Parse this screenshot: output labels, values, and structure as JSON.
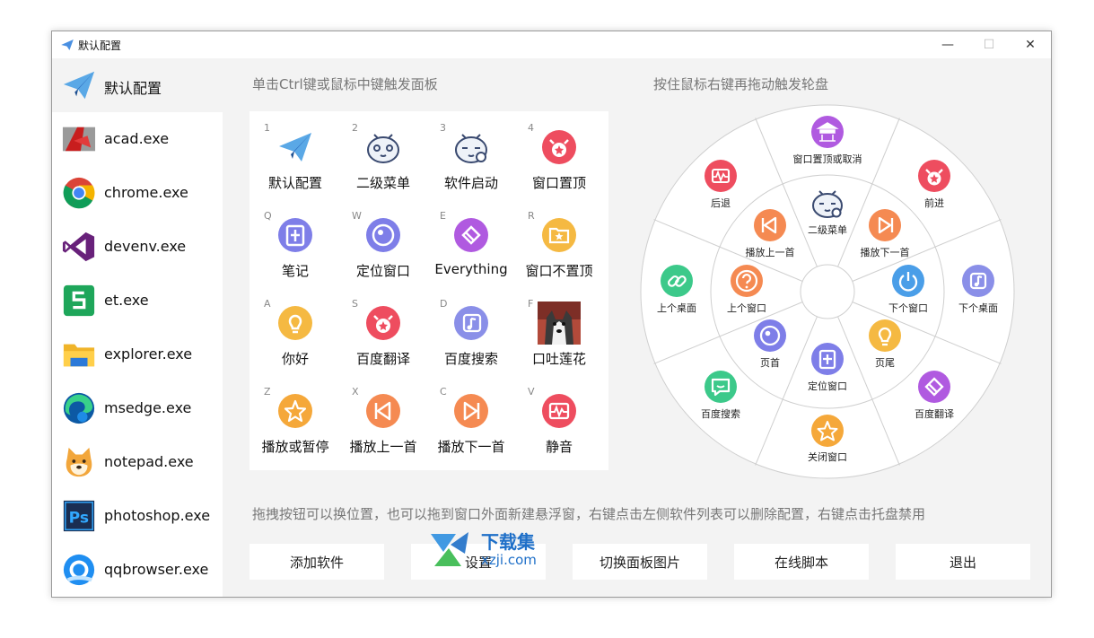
{
  "window": {
    "title": "默认配置"
  },
  "controls": {
    "minimize": "—",
    "maximize": "☐",
    "close": "✕"
  },
  "sidebar": {
    "items": [
      {
        "label": "默认配置",
        "icon": "paper-plane-icon",
        "active": true
      },
      {
        "label": "acad.exe",
        "icon": "autocad-icon"
      },
      {
        "label": "chrome.exe",
        "icon": "chrome-icon"
      },
      {
        "label": "devenv.exe",
        "icon": "visual-studio-icon"
      },
      {
        "label": "et.exe",
        "icon": "wps-sheet-icon"
      },
      {
        "label": "explorer.exe",
        "icon": "folder-icon"
      },
      {
        "label": "msedge.exe",
        "icon": "edge-icon"
      },
      {
        "label": "notepad.exe",
        "icon": "shiba-icon"
      },
      {
        "label": "photoshop.exe",
        "icon": "photoshop-icon"
      },
      {
        "label": "qqbrowser.exe",
        "icon": "qqbrowser-icon"
      }
    ]
  },
  "hints": {
    "panel": "单击Ctrl键或鼠标中键触发面板",
    "wheel": "按住鼠标右键再拖动触发轮盘",
    "bottom": "拖拽按钮可以换位置，也可以拖到窗口外面新建悬浮窗，右键点击左侧软件列表可以删除配置，右键点击托盘禁用"
  },
  "panel": {
    "cells": [
      {
        "key": "1",
        "label": "默认配置",
        "icon": "paper-plane-icon",
        "color": "#5aa8e6"
      },
      {
        "key": "2",
        "label": "二级菜单",
        "icon": "cute-face-icon",
        "color": "#3a4a70"
      },
      {
        "key": "3",
        "label": "软件启动",
        "icon": "cute-face-icon",
        "color": "#3a4a70"
      },
      {
        "key": "4",
        "label": "窗口置顶",
        "icon": "pig-icon",
        "color": "#ee4d5f"
      },
      {
        "key": "Q",
        "label": "笔记",
        "icon": "note-icon",
        "color": "#7e7ee8"
      },
      {
        "key": "W",
        "label": "定位窗口",
        "icon": "moon-icon",
        "color": "#7e7ee8"
      },
      {
        "key": "E",
        "label": "Everything",
        "icon": "tag-icon",
        "color": "#b05ae0"
      },
      {
        "key": "R",
        "label": "窗口不置顶",
        "icon": "folder-star-icon",
        "color": "#f5b942"
      },
      {
        "key": "A",
        "label": "你好",
        "icon": "bulb-icon",
        "color": "#f5b942"
      },
      {
        "key": "S",
        "label": "百度翻译",
        "icon": "pig-icon",
        "color": "#ee4d5f"
      },
      {
        "key": "D",
        "label": "百度搜索",
        "icon": "music-icon",
        "color": "#8a8fe8"
      },
      {
        "key": "F",
        "label": "口吐莲花",
        "icon": "husky-photo-icon",
        "color": "#6d6d6d"
      },
      {
        "key": "Z",
        "label": "播放或暂停",
        "icon": "star-icon",
        "color": "#f5a83a"
      },
      {
        "key": "X",
        "label": "播放上一首",
        "icon": "prev-icon",
        "color": "#f58a52"
      },
      {
        "key": "C",
        "label": "播放下一首",
        "icon": "next-icon",
        "color": "#f58a52"
      },
      {
        "key": "V",
        "label": "静音",
        "icon": "pulse-icon",
        "color": "#ee4d5f"
      }
    ]
  },
  "wheel": {
    "outer": [
      {
        "label": "窗口置顶或取消",
        "icon": "pagoda-icon",
        "color": "#b05ae0"
      },
      {
        "label": "前进",
        "icon": "pig-icon",
        "color": "#ee4d5f"
      },
      {
        "label": "下个桌面",
        "icon": "music-icon",
        "color": "#8a8fe8"
      },
      {
        "label": "百度翻译",
        "icon": "tag-icon",
        "color": "#b05ae0"
      },
      {
        "label": "关闭窗口",
        "icon": "star-icon",
        "color": "#f5a83a"
      },
      {
        "label": "百度搜索",
        "icon": "chat-icon",
        "color": "#3cc98a"
      },
      {
        "label": "上个桌面",
        "icon": "link-icon",
        "color": "#3cc98a"
      },
      {
        "label": "后退",
        "icon": "pulse-icon",
        "color": "#ee4d5f"
      }
    ],
    "inner": [
      {
        "label": "二级菜单",
        "icon": "cute-face-icon",
        "color": "#3a4a70"
      },
      {
        "label": "播放下一首",
        "icon": "next-icon",
        "color": "#f58a52"
      },
      {
        "label": "下个窗口",
        "icon": "power-icon",
        "color": "#4a9ee8"
      },
      {
        "label": "页尾",
        "icon": "bulb-icon",
        "color": "#f5b942"
      },
      {
        "label": "定位窗口",
        "icon": "note-icon",
        "color": "#7e7ee8"
      },
      {
        "label": "页首",
        "icon": "moon-icon",
        "color": "#7e7ee8"
      },
      {
        "label": "上个窗口",
        "icon": "question-icon",
        "color": "#f58a52"
      },
      {
        "label": "播放上一首",
        "icon": "prev-icon",
        "color": "#f58a52"
      }
    ]
  },
  "buttons": [
    {
      "label": "添加软件"
    },
    {
      "label": "设置"
    },
    {
      "label": "切换面板图片"
    },
    {
      "label": "在线脚本"
    },
    {
      "label": "退出"
    }
  ],
  "watermark": {
    "text_top": "下载集",
    "text_bottom": "xzji.com"
  }
}
